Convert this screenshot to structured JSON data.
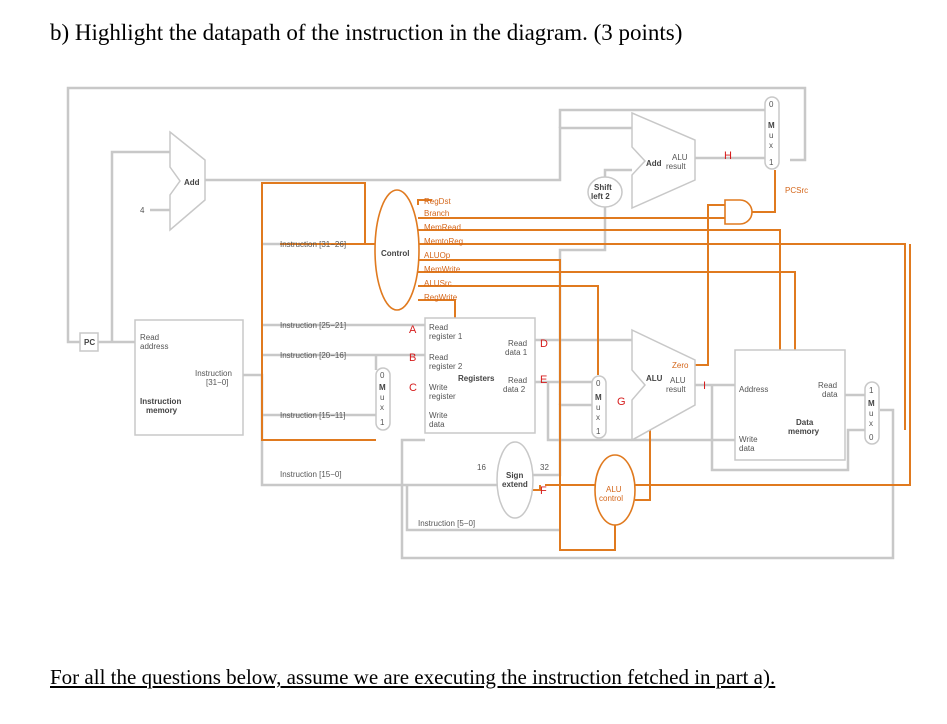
{
  "question": {
    "title": "b) Highlight the datapath of the instruction in the diagram. (3 points)"
  },
  "footer": "For all the questions below, assume we are executing the instruction fetched in part a).",
  "colors": {
    "highlight": "#e07a1f",
    "wire": "#c8c8c8",
    "marker": "#d61c1c"
  },
  "diagram": {
    "pc": "PC",
    "add_pc": "Add",
    "four": "4",
    "imem": {
      "read_address": [
        "Read",
        "address"
      ],
      "instruction": [
        "Instruction",
        "[31−0]"
      ],
      "name": [
        "Instruction",
        "memory"
      ]
    },
    "instr_fields": {
      "op": "Instruction [31−26]",
      "rs": "Instruction [25−21]",
      "rt": "Instruction [20−16]",
      "rd": "Instruction [15−11]",
      "imm": "Instruction [15−0]",
      "funct": "Instruction [5−0]"
    },
    "control": "Control",
    "control_signals": [
      "RegDst",
      "Branch",
      "MemRead",
      "MemtoReg",
      "ALUOp",
      "MemWrite",
      "ALUSrc",
      "RegWrite"
    ],
    "registers": {
      "read_reg1": [
        "Read",
        "register 1"
      ],
      "read_reg2": [
        "Read",
        "register 2"
      ],
      "write_reg": [
        "Write",
        "register"
      ],
      "write_data": [
        "Write",
        "data"
      ],
      "read_data1": [
        "Read",
        "data 1"
      ],
      "read_data2": [
        "Read",
        "data 2"
      ],
      "name": "Registers"
    },
    "mux_letters": [
      "M",
      "u",
      "x"
    ],
    "mux_0": "0",
    "mux_1": "1",
    "sign_extend": [
      "Sign",
      "extend"
    ],
    "sign_in": "16",
    "sign_out": "32",
    "shift_left": [
      "Shift",
      "left 2"
    ],
    "alu": "ALU",
    "alu_zero": "Zero",
    "alu_result": [
      "ALU",
      "result"
    ],
    "branch_add": "Add",
    "pcsrc": "PCSrc",
    "alu_control": [
      "ALU",
      "control"
    ],
    "dmem": {
      "address": "Address",
      "write_data": [
        "Write",
        "data"
      ],
      "read_data": [
        "Read",
        "data"
      ],
      "name": [
        "Data",
        "memory"
      ]
    },
    "markers": [
      "A",
      "B",
      "C",
      "D",
      "E",
      "F",
      "G",
      "H",
      "I"
    ]
  }
}
